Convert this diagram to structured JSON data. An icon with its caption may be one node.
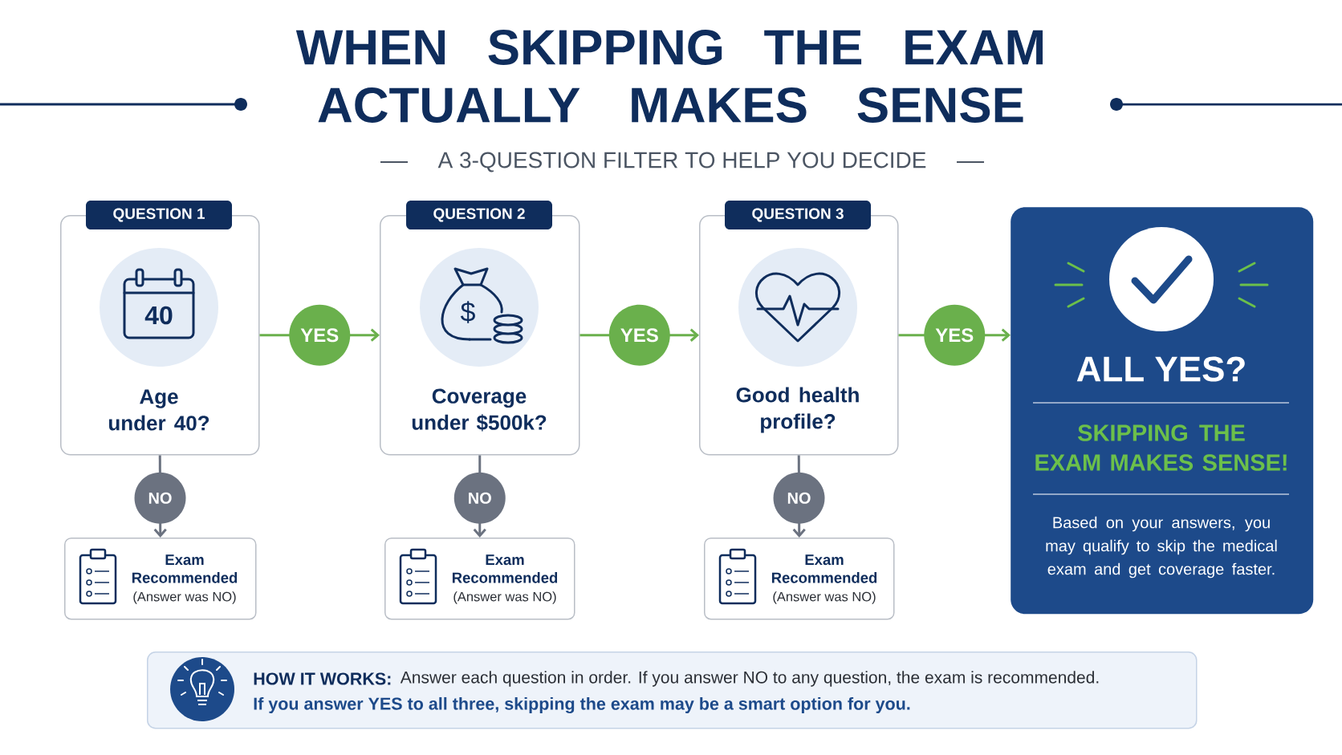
{
  "diagram": {
    "title": "WHEN SKIPPING THE EXAM ACTUALLY MAKES SENSE",
    "nodes": [
      {
        "text": [
          "QUESTION 1",
          "Age under 40?"
        ]
      },
      {
        "text": [
          "QUESTION 2",
          "Coverage under $500k?"
        ]
      },
      {
        "text": [
          "QUESTION 3",
          "Good health profile?"
        ]
      },
      {
        "text": [
          "ALL YES?",
          "SKIPPING THE EXAM MAKES SENSE!",
          "Based on your answers, you may qualify to skip the medical exam and get coverage faster."
        ]
      },
      {
        "text": [
          "Exam Recommended",
          "(Answer was NO)"
        ]
      },
      {
        "text": [
          "Exam Recommended",
          "(Answer was NO)"
        ]
      },
      {
        "text": [
          "Exam Recommended",
          "(Answer was NO)"
        ]
      },
      {
        "text": [
          "HOW IT WORKS:",
          "Answer each question in order. If you answer NO to any question, the exam is recommended.",
          "If you answer YES to all three, skipping the exam may be a smart option for you."
        ]
      }
    ],
    "edges": [
      {
        "from": 0,
        "to": 1,
        "arrow": "to",
        "label": "YES",
        "color": "#6ab04c"
      },
      {
        "from": 1,
        "to": 2,
        "arrow": "to",
        "label": "YES",
        "color": "#6ab04c"
      },
      {
        "from": 2,
        "to": 3,
        "arrow": "to",
        "label": "YES",
        "color": "#6ab04c"
      },
      {
        "from": 0,
        "to": 4,
        "arrow": "to",
        "label": "NO",
        "color": "#6b7280"
      },
      {
        "from": 1,
        "to": 5,
        "arrow": "to",
        "label": "NO",
        "color": "#6b7280"
      },
      {
        "from": 2,
        "to": 6,
        "arrow": "to",
        "label": "NO",
        "color": "#6b7280"
      }
    ],
    "labels": [
      "A 3-QUESTION FILTER TO HELP YOU DECIDE",
      "40",
      "$"
    ]
  }
}
